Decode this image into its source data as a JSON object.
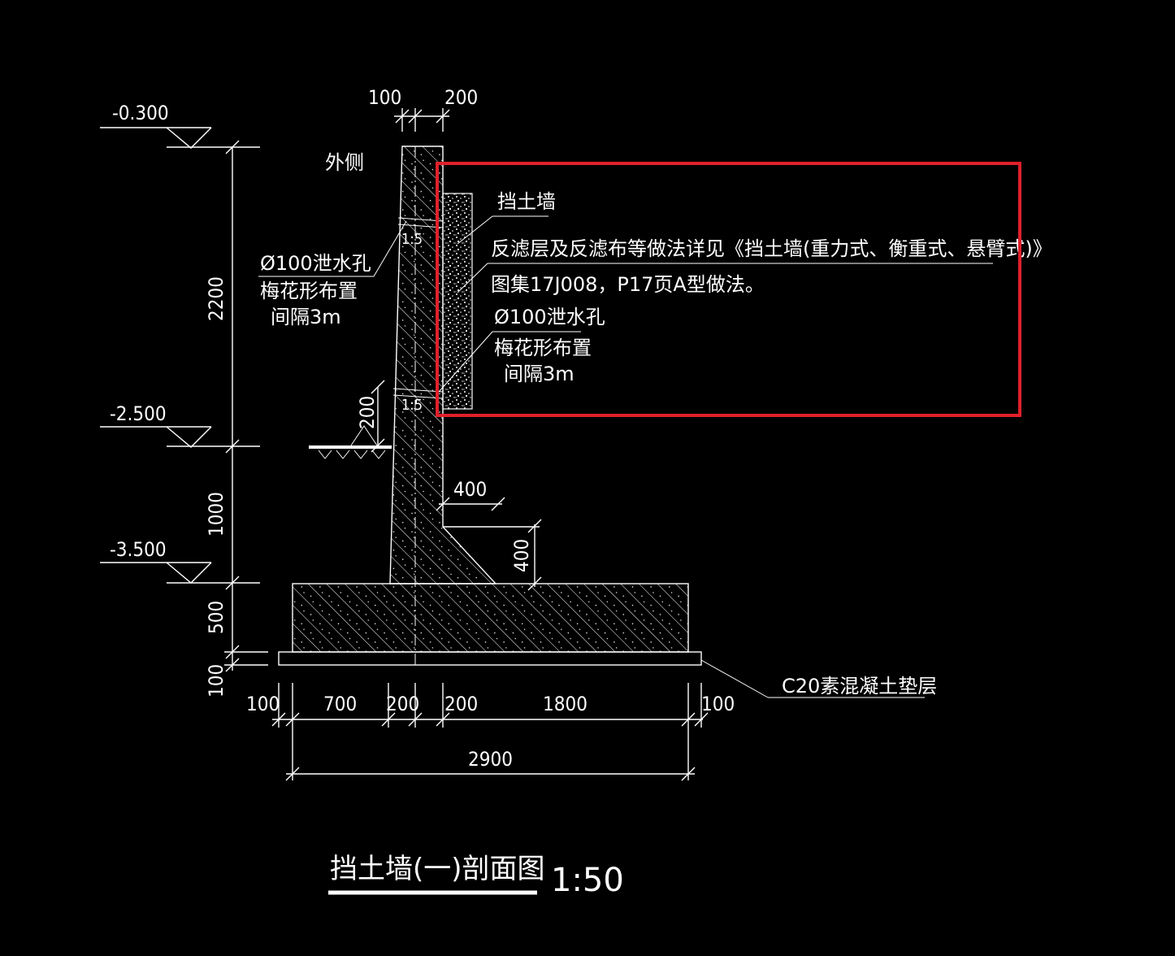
{
  "title": {
    "main": "挡土墙(一)剖面图",
    "scale": "1:50"
  },
  "side_label": "外侧",
  "elevations": [
    "-0.300",
    "-2.500",
    "-3.500"
  ],
  "dims_top": [
    "100",
    "200"
  ],
  "dims_vertical": [
    "2200",
    "1000",
    "500",
    "100",
    "200",
    "400"
  ],
  "dims_horizontal": [
    "400",
    "100",
    "700",
    "200",
    "200",
    "1800",
    "100",
    "2900"
  ],
  "callouts": {
    "left_hole": [
      "Ø100泄水孔",
      "梅花形布置",
      "间隔3m"
    ],
    "wall_name": "挡土墙",
    "filter_note": [
      "反滤层及反滤布等做法详见《挡土墙(重力式、衡重式、悬臂式)》",
      "图集17J008，P17页A型做法。"
    ],
    "right_hole": [
      "Ø100泄水孔",
      "梅花形布置",
      "间隔3m"
    ],
    "slope": "1:5"
  },
  "cushion_label": "C20素混凝土垫层",
  "colors": {
    "background": "#000000",
    "lines": "#ffffff",
    "highlight_box": "#e0202a"
  }
}
